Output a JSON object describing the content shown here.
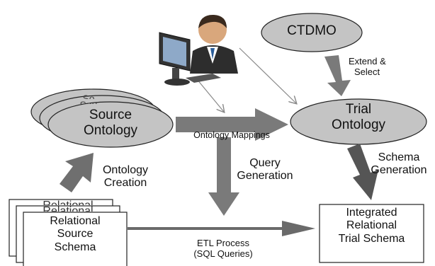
{
  "nodes": {
    "ctdmo": "CTDMO",
    "trial_ontology": [
      "Trial",
      "Ontology"
    ],
    "source_ontology": [
      "Source",
      "Ontology"
    ],
    "source_ontology_stack_peek": [
      "So",
      "Sou"
    ],
    "relational_schema": [
      "Relational",
      "Source",
      "Schema"
    ],
    "relational_stack_peek": [
      "Relational",
      "Relational"
    ],
    "integrated_schema": [
      "Integrated",
      "Relational",
      "Trial Schema"
    ]
  },
  "edges": {
    "extend_select": [
      "Extend &",
      "Select"
    ],
    "ontology_mappings": "Ontology Mappings",
    "ontology_creation": [
      "Ontology",
      "Creation"
    ],
    "query_generation": [
      "Query",
      "Generation"
    ],
    "schema_generation": [
      "Schema",
      "Generation"
    ],
    "etl_process": [
      "ETL Process",
      "(SQL Queries)"
    ]
  },
  "icons": {
    "user": "user-at-computer-icon"
  },
  "colors": {
    "ellipse_fill": "#c4c4c4",
    "arrow_fill": "#7a7a7a",
    "arrow_dark": "#555555",
    "thin_arrow": "#8a8a8a"
  }
}
